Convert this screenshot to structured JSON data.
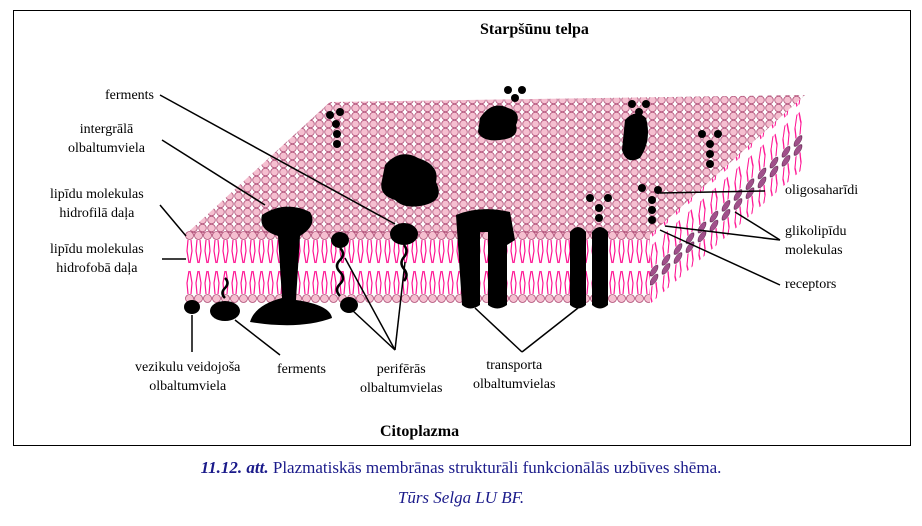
{
  "diagram": {
    "top_region": "Starpšūnu telpa",
    "bottom_region": "Citoplazma",
    "labels": {
      "ferments_top": "ferments",
      "integral_protein": [
        "intergrālā",
        "olbaltumviela"
      ],
      "hydrophilic": [
        "lipīdu molekulas",
        "hidrofilā daļa"
      ],
      "hydrophobic": [
        "lipīdu molekulas",
        "hidrofobā daļa"
      ],
      "vesicle_protein": [
        "vezikulu veidojoša",
        "olbaltumviela"
      ],
      "ferment_bottom": "ferments",
      "peripheral": [
        "perifērās",
        "olbaltumvielas"
      ],
      "transport": [
        "transporta",
        "olbaltumvielas"
      ],
      "oligosaccharides": "oligosaharīdi",
      "glycolipids": [
        "glikolipīdu",
        "molekulas"
      ],
      "receptors": "receptors"
    },
    "colors": {
      "head": "#f5bfd0",
      "tail": "#ff1493",
      "side_head": "#a0508a",
      "protein": "#000000",
      "caption": "#1a1a8a"
    }
  },
  "caption": {
    "figure_ref": "11.12. att.",
    "text": "Plazmatiskās membrānas strukturāli funkcionālās uzbūves shēma.",
    "author": "Tūrs Selga LU BF."
  }
}
